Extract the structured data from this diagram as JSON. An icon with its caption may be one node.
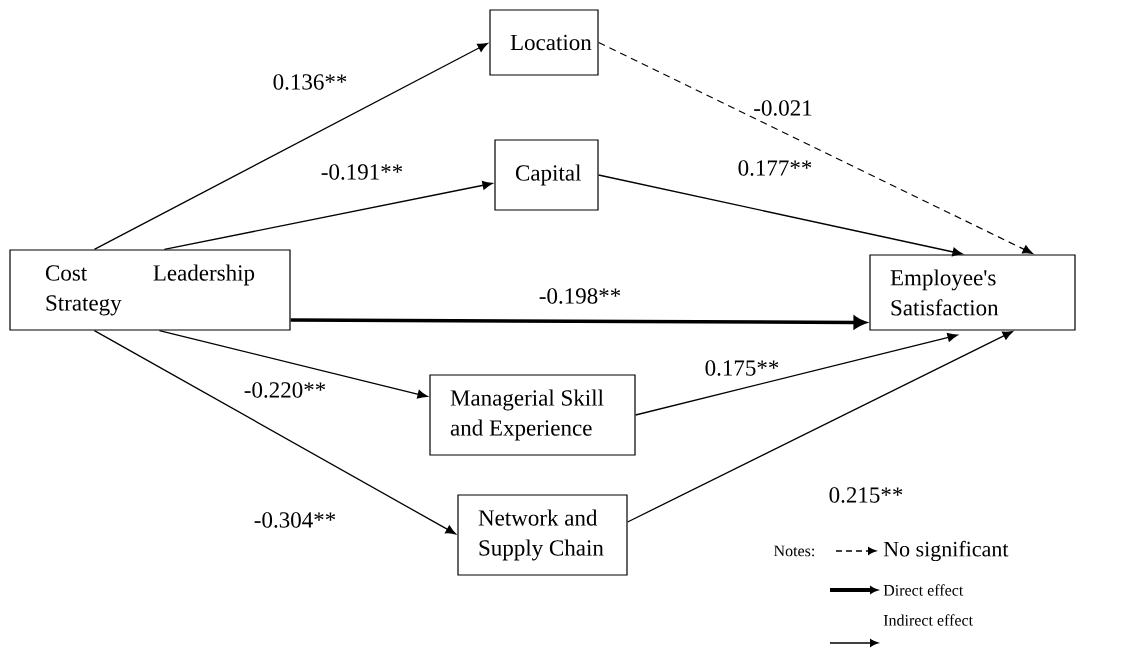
{
  "diagram": {
    "nodes": [
      {
        "text": [
          "Cost Leadership Strategy"
        ]
      },
      {
        "text": [
          "Location"
        ]
      },
      {
        "text": [
          "Capital"
        ]
      },
      {
        "text": [
          "Employee's Satisfaction"
        ]
      },
      {
        "text": [
          "Managerial Skill and Experience"
        ]
      },
      {
        "text": [
          "Network and Supply Chain"
        ]
      }
    ],
    "edges": [
      {
        "from": 0,
        "to": 1,
        "arrow": "to",
        "label": "0.136**"
      },
      {
        "from": 0,
        "to": 2,
        "arrow": "to",
        "label": "-0.191**"
      },
      {
        "from": 0,
        "to": 3,
        "arrow": "to",
        "label": "-0.198**",
        "style": "thick"
      },
      {
        "from": 0,
        "to": 4,
        "arrow": "to",
        "label": "-0.220**"
      },
      {
        "from": 0,
        "to": 5,
        "arrow": "to",
        "label": "-0.304**"
      },
      {
        "from": 1,
        "to": 3,
        "arrow": "to",
        "label": "-0.021",
        "style": "dashed"
      },
      {
        "from": 2,
        "to": 3,
        "arrow": "to",
        "label": "0.177**"
      },
      {
        "from": 4,
        "to": 3,
        "arrow": "to",
        "label": "0.175**"
      },
      {
        "from": 5,
        "to": 3,
        "arrow": "to",
        "label": "0.215**"
      }
    ],
    "labels": [
      "Notes:"
    ],
    "legend": [
      {
        "text": "No significant"
      },
      {
        "text": "Direct effect"
      },
      {
        "text": "Indirect effect"
      }
    ]
  }
}
